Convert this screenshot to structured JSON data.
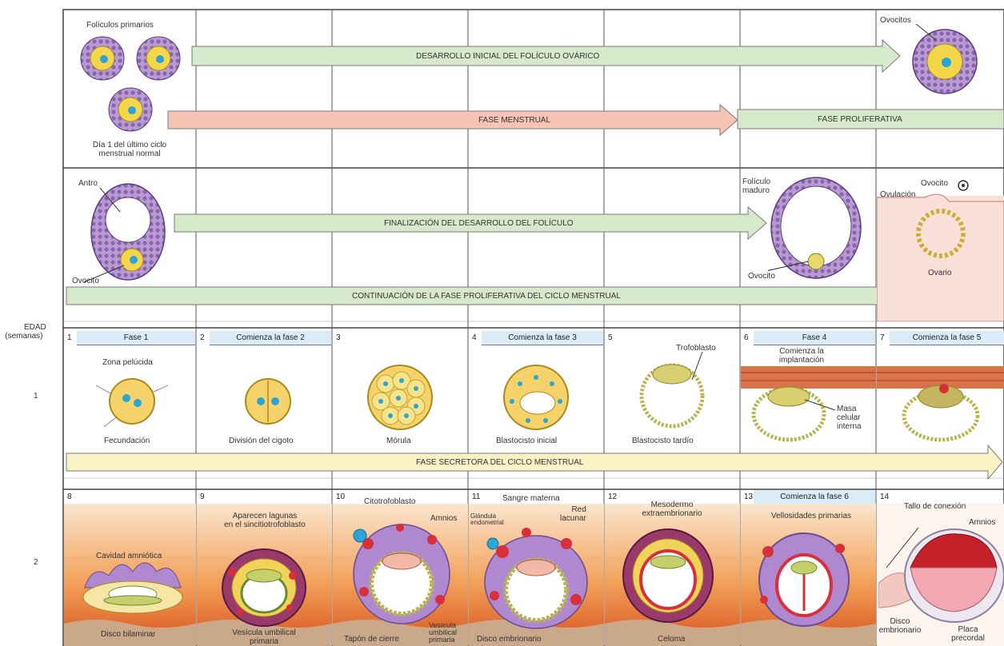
{
  "side": {
    "age_label_1": "EDAD",
    "age_label_2": "(semanas)",
    "week_1": "1",
    "week_2": "2"
  },
  "arrows": {
    "a1": "DESARROLLO INICIAL DEL FOLÍCULO OVÁRICO",
    "a2": "FASE MENSTRUAL",
    "a2b": "FASE PROLIFERATIVA",
    "a3": "FINALIZACIÓN DEL DESARROLLO DEL FOLÍCULO",
    "a4": "CONTINUACIÓN DE LA FASE PROLIFERATIVA DEL CICLO MENSTRUAL",
    "a5": "FASE SECRETORA DEL CICLO MENSTRUAL"
  },
  "row1": {
    "foliculos_primarios": "Folículos primarios",
    "dia1_a": "Día 1 del último ciclo",
    "dia1_b": "menstrual normal",
    "ovocitos": "Ovocitos"
  },
  "row2": {
    "antro": "Antro",
    "ovocito": "Ovocito",
    "foliculo_a": "Folículo",
    "foliculo_b": "maduro",
    "ovocito2": "Ovocito",
    "ovocito3": "Ovocito",
    "ovulacion": "Ovulación",
    "ovario": "Ovario"
  },
  "week1": [
    {
      "num": "1",
      "header": "Fase 1",
      "caption": "Fecundación",
      "extra": "Zona pelúcida"
    },
    {
      "num": "2",
      "header": "Comienza la fase 2",
      "caption": "División del cigoto"
    },
    {
      "num": "3",
      "header": "",
      "caption": "Mórula"
    },
    {
      "num": "4",
      "header": "Comienza la fase 3",
      "caption": "Blastocisto inicial"
    },
    {
      "num": "5",
      "header": "",
      "caption": "Blastocisto tardío",
      "extra": "Trofoblasto"
    },
    {
      "num": "6",
      "header": "Fase 4",
      "caption": "",
      "extra_a": "Comienza la",
      "extra_b": "implantación",
      "masa_a": "Masa",
      "masa_b": "celular",
      "masa_c": "interna"
    },
    {
      "num": "7",
      "header": "Comienza la fase 5",
      "caption": ""
    }
  ],
  "week2": [
    {
      "num": "8",
      "header": "",
      "top": "Cavidad amniótica",
      "caption": "Disco bilaminar"
    },
    {
      "num": "9",
      "header": "",
      "top_a": "Aparecen lagunas",
      "top_b": "en el sincitiotrofoblasto",
      "caption_a": "Vesícula umbilical",
      "caption_b": "primaria"
    },
    {
      "num": "10",
      "header": "",
      "top": "Citotrofoblasto",
      "side": "Amnios",
      "caption": "Tapón de cierre",
      "caption2_a": "Vesícula",
      "caption2_b": "umbilical",
      "caption2_c": "primaria"
    },
    {
      "num": "11",
      "header": "",
      "top": "Sangre materna",
      "side_a": "Red",
      "side_b": "lacunar",
      "glandula_a": "Glándula",
      "glandula_b": "endometrial",
      "caption": "Disco embrionario"
    },
    {
      "num": "12",
      "header": "",
      "top_a": "Mesodermo",
      "top_b": "extraembrionario",
      "caption": "Celoma"
    },
    {
      "num": "13",
      "header": "Comienza la fase 6",
      "top": "Vellosidades primarias"
    },
    {
      "num": "14",
      "header": "",
      "top": "Tallo de conexión",
      "side": "Amnios",
      "caption_a": "Disco",
      "caption_b": "embrionario",
      "placa_a": "Placa",
      "placa_b": "precordal"
    }
  ],
  "colors": {
    "green_arrow": "#d6eacb",
    "pink_arrow": "#f6c3b5",
    "yellow_arrow": "#fbf3c6",
    "header_blue": "#d9ecf7",
    "ovary_pink": "#fbe0da"
  }
}
